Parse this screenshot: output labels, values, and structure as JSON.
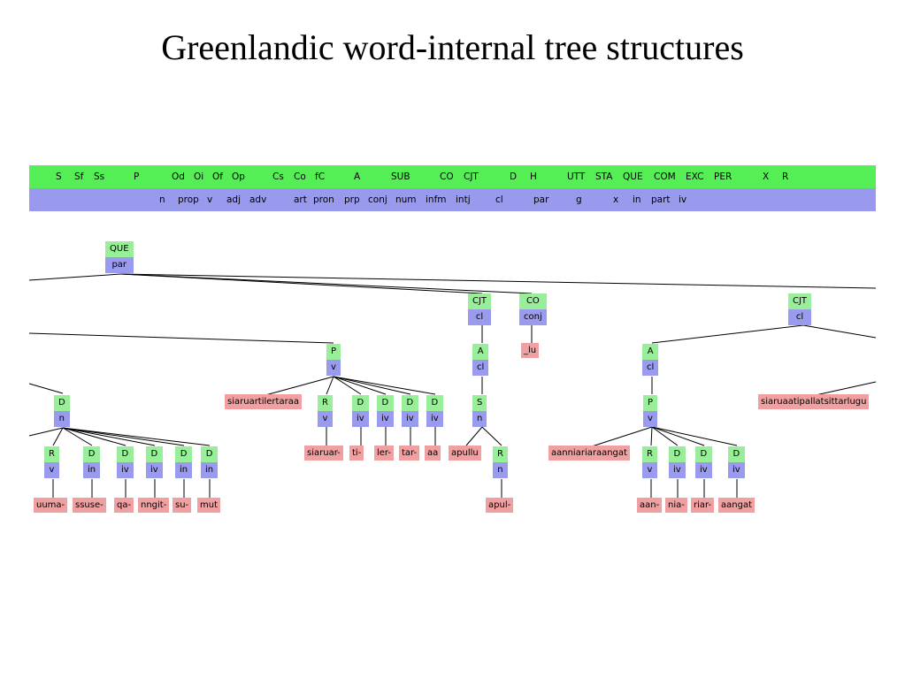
{
  "title": "Greenlandic word-internal tree structures",
  "function_bar": [
    "S",
    "Sf",
    "Ss",
    "P",
    "Od",
    "Oi",
    "Of",
    "Op",
    "Cs",
    "Co",
    "fC",
    "A",
    "SUB",
    "CO",
    "CJT",
    "D",
    "H",
    "UTT",
    "STA",
    "QUE",
    "COM",
    "EXC",
    "PER",
    "X",
    "R"
  ],
  "pos_bar": [
    "n",
    "prop",
    "v",
    "adj",
    "adv",
    "art",
    "pron",
    "prp",
    "conj",
    "num",
    "infm",
    "intj",
    "cl",
    "par",
    "g",
    "x",
    "in",
    "part",
    "iv"
  ],
  "nodes": [
    {
      "id": "que",
      "f": "QUE",
      "p": "par"
    },
    {
      "id": "cjt1",
      "f": "CJT",
      "p": "cl"
    },
    {
      "id": "co",
      "f": "CO",
      "p": "conj"
    },
    {
      "id": "cjt2",
      "f": "CJT",
      "p": "cl"
    },
    {
      "id": "p1",
      "f": "P",
      "p": "v"
    },
    {
      "id": "a1",
      "f": "A",
      "p": "cl"
    },
    {
      "id": "a2",
      "f": "A",
      "p": "cl"
    },
    {
      "id": "d_main",
      "f": "D",
      "p": "n"
    },
    {
      "id": "r1",
      "f": "R",
      "p": "v"
    },
    {
      "id": "d1",
      "f": "D",
      "p": "iv"
    },
    {
      "id": "d2",
      "f": "D",
      "p": "iv"
    },
    {
      "id": "d3",
      "f": "D",
      "p": "iv"
    },
    {
      "id": "d4",
      "f": "D",
      "p": "iv"
    },
    {
      "id": "s1",
      "f": "S",
      "p": "n"
    },
    {
      "id": "p2",
      "f": "P",
      "p": "v"
    },
    {
      "id": "r2",
      "f": "R",
      "p": "v"
    },
    {
      "id": "d5",
      "f": "D",
      "p": "in"
    },
    {
      "id": "d6",
      "f": "D",
      "p": "iv"
    },
    {
      "id": "d7",
      "f": "D",
      "p": "iv"
    },
    {
      "id": "d8",
      "f": "D",
      "p": "in"
    },
    {
      "id": "d9",
      "f": "D",
      "p": "in"
    },
    {
      "id": "r3",
      "f": "R",
      "p": "n"
    },
    {
      "id": "r4",
      "f": "R",
      "p": "v"
    },
    {
      "id": "d10",
      "f": "D",
      "p": "iv"
    },
    {
      "id": "d11",
      "f": "D",
      "p": "iv"
    },
    {
      "id": "d12",
      "f": "D",
      "p": "iv"
    }
  ],
  "words": [
    {
      "id": "w_lu",
      "t": "_lu"
    },
    {
      "id": "w_sia1",
      "t": "siaruartilertaraa"
    },
    {
      "id": "w_sia2",
      "t": "siaruaatipallatsittarlugu"
    },
    {
      "id": "w_siaruar",
      "t": "siaruar-"
    },
    {
      "id": "w_ti",
      "t": "ti-"
    },
    {
      "id": "w_ler",
      "t": "ler-"
    },
    {
      "id": "w_tar",
      "t": "tar-"
    },
    {
      "id": "w_aa",
      "t": "aa"
    },
    {
      "id": "w_apullu",
      "t": "apullu"
    },
    {
      "id": "w_aanni",
      "t": "aanniariaraangat"
    },
    {
      "id": "w_uuma",
      "t": "uuma-"
    },
    {
      "id": "w_ssuse",
      "t": "ssuse-"
    },
    {
      "id": "w_qa",
      "t": "qa-"
    },
    {
      "id": "w_nngit",
      "t": "nngit-"
    },
    {
      "id": "w_su",
      "t": "su-"
    },
    {
      "id": "w_mut",
      "t": "mut"
    },
    {
      "id": "w_apul",
      "t": "apul-"
    },
    {
      "id": "w_aan",
      "t": "aan-"
    },
    {
      "id": "w_nia",
      "t": "nia-"
    },
    {
      "id": "w_riar",
      "t": "riar-"
    },
    {
      "id": "w_aangat",
      "t": "aangat"
    }
  ]
}
